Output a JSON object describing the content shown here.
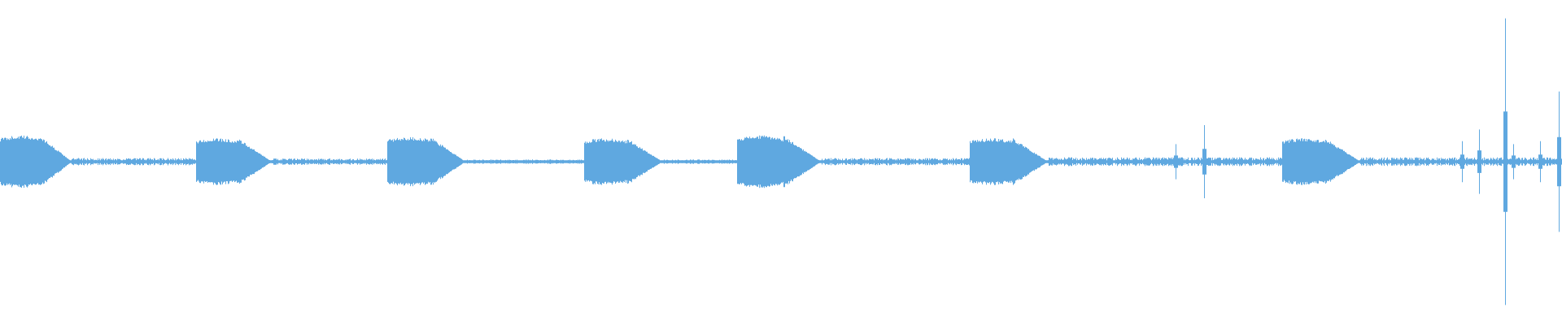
{
  "waveform": {
    "color": "#5fa8e0",
    "background": "#ffffff",
    "segments": [
      {
        "type": "noise",
        "start": 0.0,
        "end": 0.0,
        "amp": 0.02
      },
      {
        "type": "burst",
        "start": 0.0,
        "end": 0.046,
        "amp": 0.18,
        "plateau": 0.55
      },
      {
        "type": "noise",
        "start": 0.046,
        "end": 0.126,
        "amp": 0.025
      },
      {
        "type": "burst",
        "start": 0.126,
        "end": 0.174,
        "amp": 0.16,
        "plateau": 0.55
      },
      {
        "type": "noise",
        "start": 0.174,
        "end": 0.248,
        "amp": 0.022
      },
      {
        "type": "burst",
        "start": 0.248,
        "end": 0.298,
        "amp": 0.17,
        "plateau": 0.55
      },
      {
        "type": "noise",
        "start": 0.298,
        "end": 0.374,
        "amp": 0.015
      },
      {
        "type": "burst",
        "start": 0.374,
        "end": 0.424,
        "amp": 0.16,
        "plateau": 0.55
      },
      {
        "type": "noise",
        "start": 0.424,
        "end": 0.472,
        "amp": 0.015
      },
      {
        "type": "burst",
        "start": 0.472,
        "end": 0.526,
        "amp": 0.18,
        "plateau": 0.55
      },
      {
        "type": "noise",
        "start": 0.526,
        "end": 0.621,
        "amp": 0.025
      },
      {
        "type": "burst",
        "start": 0.621,
        "end": 0.671,
        "amp": 0.16,
        "plateau": 0.55
      },
      {
        "type": "noise",
        "start": 0.671,
        "end": 0.821,
        "amp": 0.03
      },
      {
        "type": "burst",
        "start": 0.821,
        "end": 0.871,
        "amp": 0.16,
        "plateau": 0.55
      },
      {
        "type": "noise",
        "start": 0.871,
        "end": 1.0,
        "amp": 0.03
      }
    ],
    "spikes": [
      {
        "pos": 0.753,
        "amp": 0.12
      },
      {
        "pos": 0.771,
        "amp": 0.25
      },
      {
        "pos": 0.936,
        "amp": 0.14
      },
      {
        "pos": 0.947,
        "amp": 0.22
      },
      {
        "pos": 0.964,
        "amp": 0.98
      },
      {
        "pos": 0.969,
        "amp": 0.12
      },
      {
        "pos": 0.986,
        "amp": 0.14
      },
      {
        "pos": 0.998,
        "amp": 0.48
      }
    ]
  }
}
